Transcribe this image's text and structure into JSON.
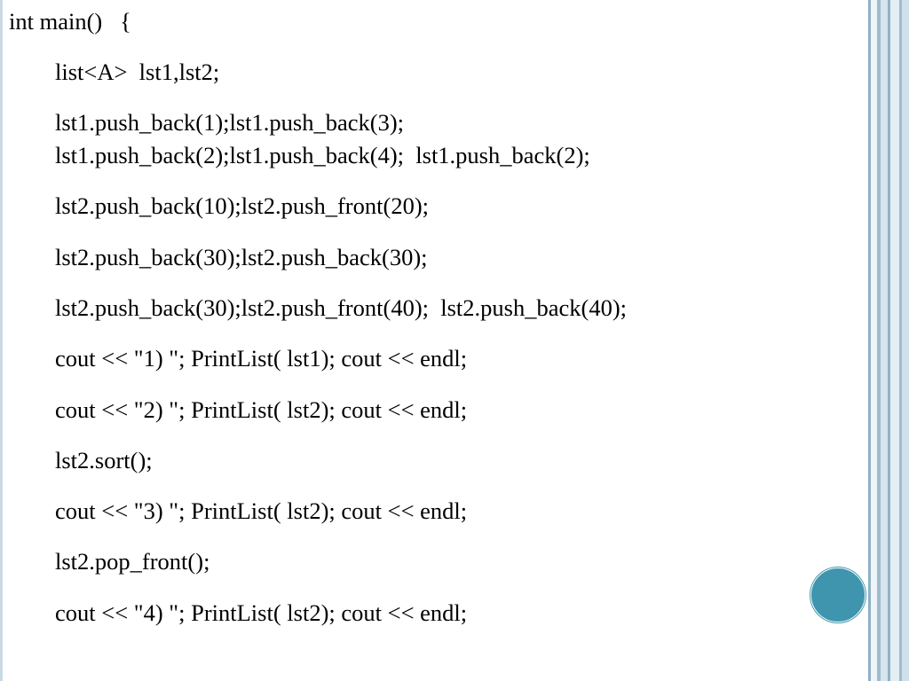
{
  "code": {
    "lines": [
      "int main()   {",
      "list<A>  lst1,lst2;",
      "lst1.push_back(1);lst1.push_back(3);",
      "lst1.push_back(2);lst1.push_back(4);  lst1.push_back(2);",
      "lst2.push_back(10);lst2.push_front(20);",
      "lst2.push_back(30);lst2.push_back(30);",
      "lst2.push_back(30);lst2.push_front(40);  lst2.push_back(40);",
      "cout << \"1) \"; PrintList( lst1); cout << endl;",
      "cout << \"2) \"; PrintList( lst2); cout << endl;",
      "lst2.sort();",
      "cout << \"3) \"; PrintList( lst2); cout << endl;",
      "lst2.pop_front();",
      "cout << \"4) \"; PrintList( lst2); cout << endl;"
    ]
  },
  "theme": {
    "accent_circle_color": "#3f95ad",
    "frame_color": "#b9cfdd"
  }
}
